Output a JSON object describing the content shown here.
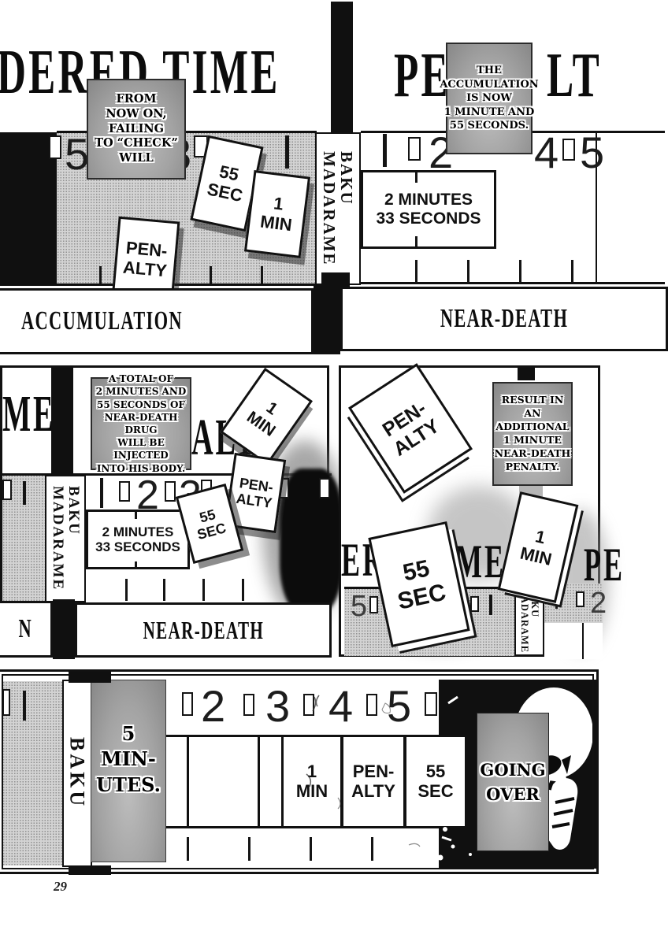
{
  "page_number": "29",
  "colors": {
    "ink": "#101010",
    "board_tone": "#d3d3d3",
    "caption_gray": "#9e9e9e",
    "paper": "#ffffff"
  },
  "headlines": {
    "p1_left": "DERED TIME",
    "p1_pe": "PE",
    "p1_lt": "LT",
    "p2_me": "ME",
    "p2_alt": "ALT",
    "p3_ere": "ERE",
    "p3_me": "ME",
    "p3_pe": "PE"
  },
  "captions": {
    "c1": "FROM\nNOW ON,\nFAILING\nTO “CHECK”\nWILL",
    "c2": "THE\nACCUMULATION\nIS NOW\n1 MINUTE AND\n55 SECONDS.",
    "c3": "A TOTAL OF\n2 MINUTES AND\n55 SECONDS OF\nNEAR-DEATH DRUG\nWILL BE INJECTED\nINTO HIS BODY.",
    "c4": "RESULT IN\nAN\nADDITIONAL\n1 MINUTE\nNEAR-DEATH\nPENALTY.",
    "c5": "5\nMIN-\nUTES.",
    "c6": "GOING\nOVER"
  },
  "cards": {
    "sec55": "55\nSEC",
    "min1": "1\nMIN",
    "penalty": "PEN-\nALTY"
  },
  "labels": {
    "accumulation": "ACCUMULATION",
    "near_death": "NEAR-DEATH",
    "n_cut": "N",
    "madarame": "MADARAME\nBAKU",
    "baku": "BAKU",
    "two_min": "2 MINUTES\n33 SECONDS"
  },
  "rulers": {
    "p1_left": [
      "5",
      "3"
    ],
    "p1_right": [
      "2",
      "4",
      "5"
    ],
    "p2": [
      "2",
      "3"
    ],
    "p3": [
      "5",
      "2"
    ],
    "p3r": [
      "2"
    ],
    "p4": [
      "2",
      "3",
      "4",
      "5"
    ]
  }
}
